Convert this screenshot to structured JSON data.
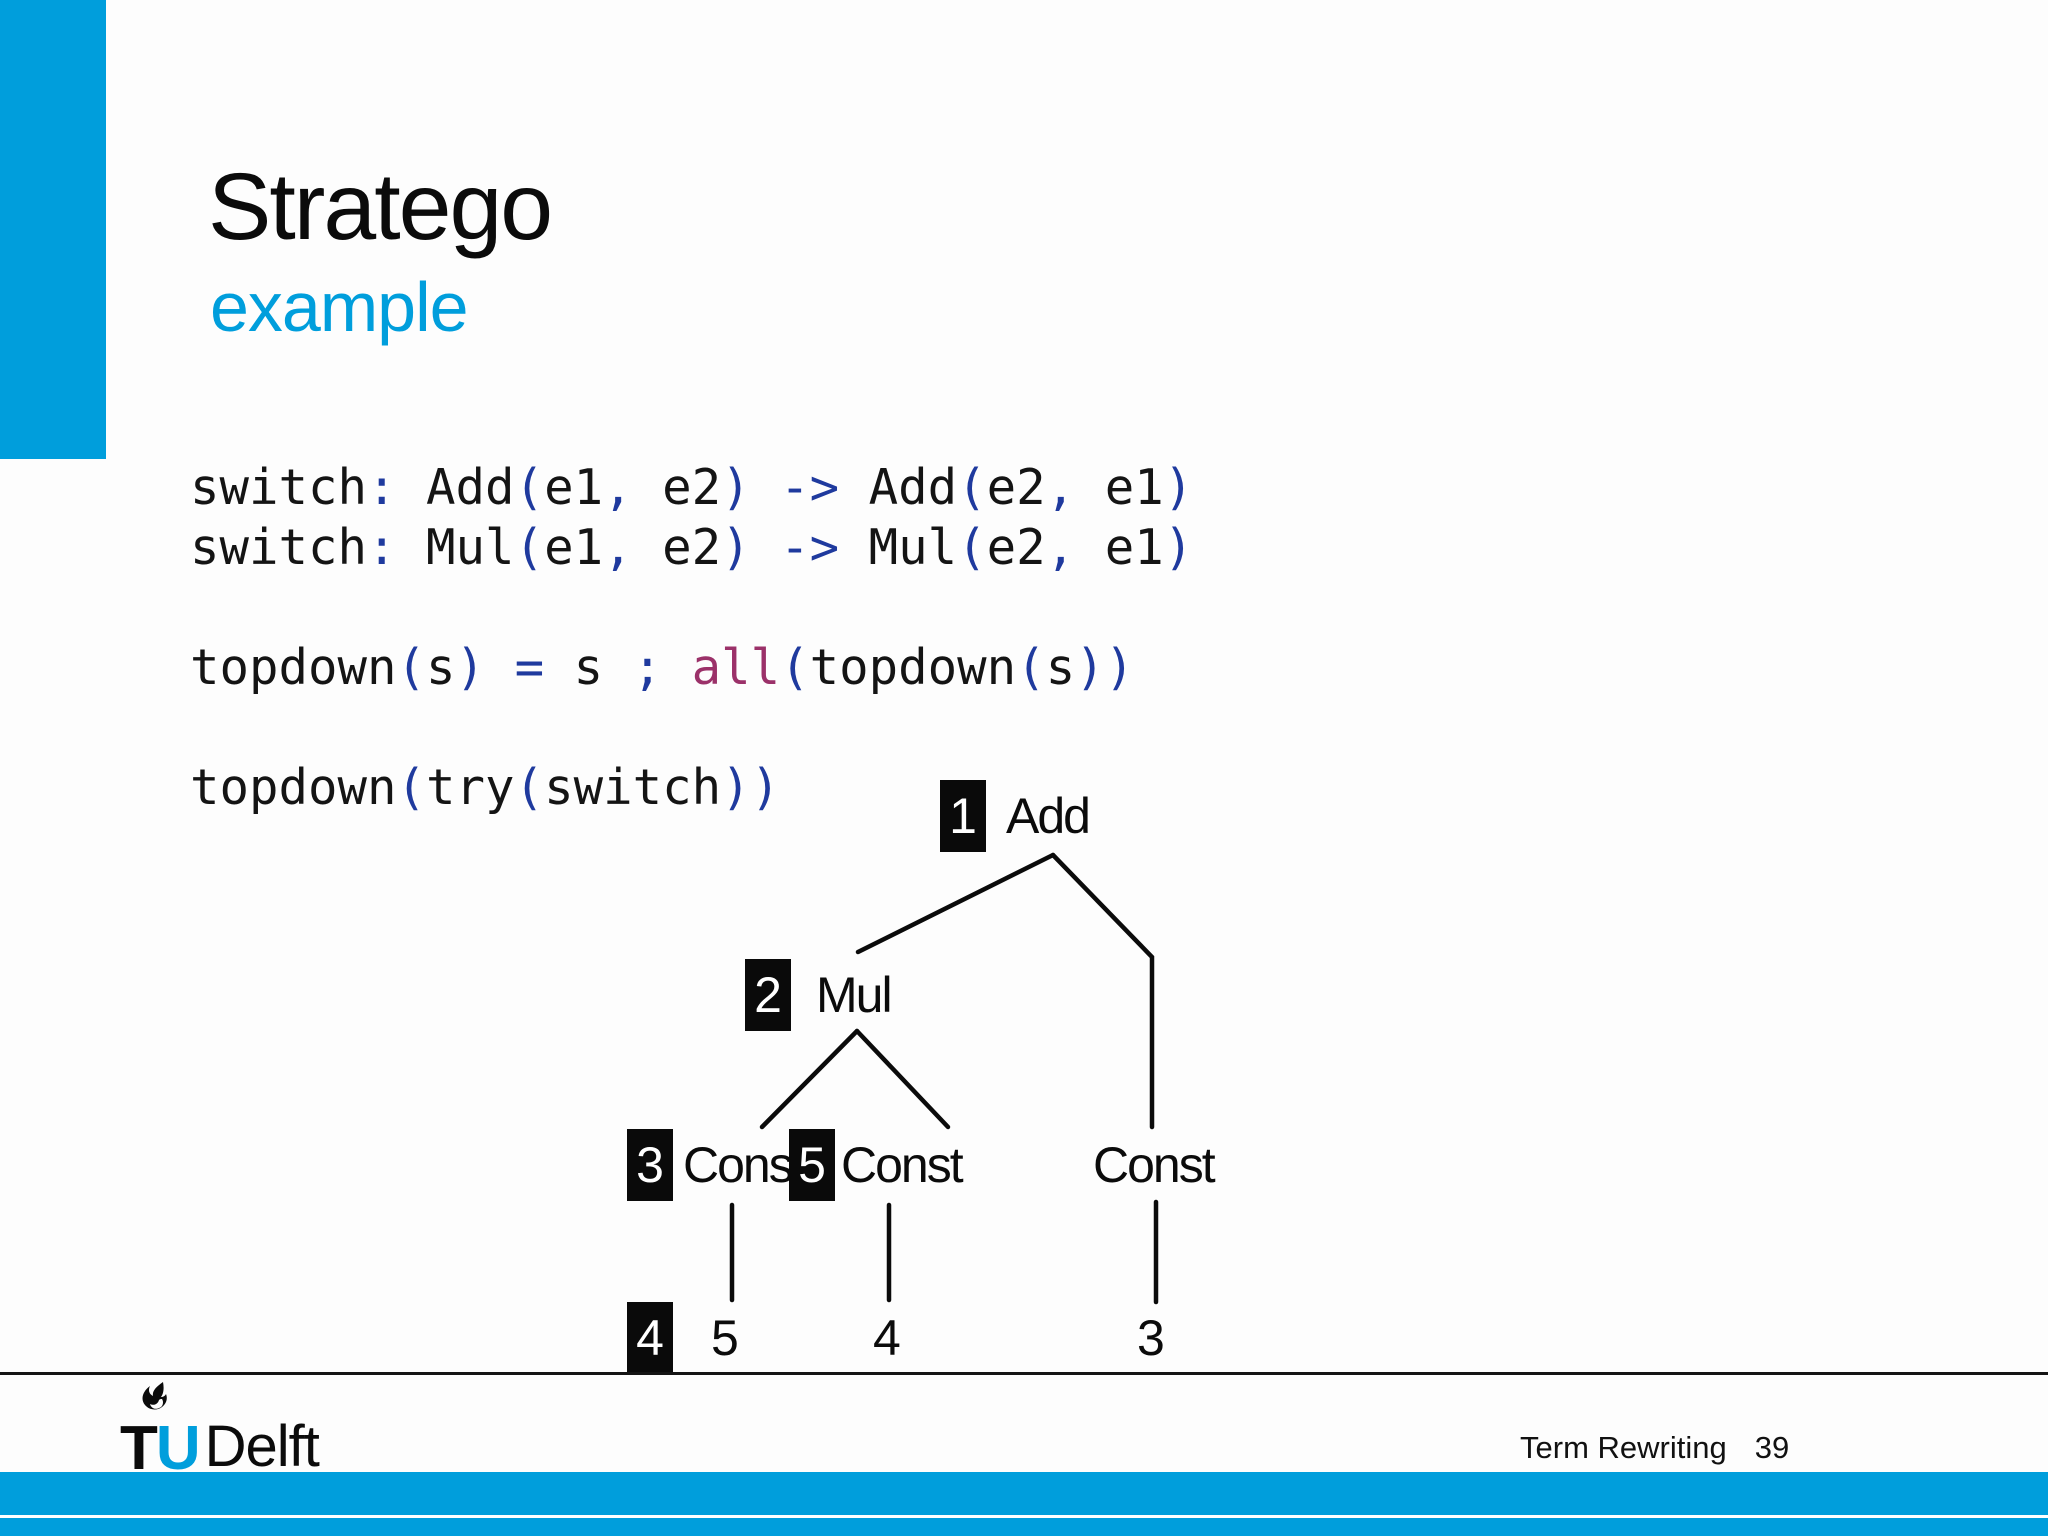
{
  "title": "Stratego",
  "subtitle": "example",
  "colors": {
    "accent": "#009EDC",
    "code_blue": "#1F3A9E",
    "code_purple": "#9B3169"
  },
  "code": {
    "lines": [
      [
        [
          "k",
          "switch"
        ],
        [
          "b",
          ":"
        ],
        [
          "k",
          " Add"
        ],
        [
          "b",
          "("
        ],
        [
          "k",
          "e1"
        ],
        [
          "b",
          ","
        ],
        [
          "k",
          " e2"
        ],
        [
          "b",
          ") "
        ],
        [
          "b",
          "->"
        ],
        [
          "k",
          " Add"
        ],
        [
          "b",
          "("
        ],
        [
          "k",
          "e2"
        ],
        [
          "b",
          ","
        ],
        [
          "k",
          " e1"
        ],
        [
          "b",
          ")"
        ]
      ],
      [
        [
          "k",
          "switch"
        ],
        [
          "b",
          ":"
        ],
        [
          "k",
          " Mul"
        ],
        [
          "b",
          "("
        ],
        [
          "k",
          "e1"
        ],
        [
          "b",
          ","
        ],
        [
          "k",
          " e2"
        ],
        [
          "b",
          ") "
        ],
        [
          "b",
          "->"
        ],
        [
          "k",
          " Mul"
        ],
        [
          "b",
          "("
        ],
        [
          "k",
          "e2"
        ],
        [
          "b",
          ","
        ],
        [
          "k",
          " e1"
        ],
        [
          "b",
          ")"
        ]
      ],
      [],
      [
        [
          "k",
          "topdown"
        ],
        [
          "b",
          "("
        ],
        [
          "k",
          "s"
        ],
        [
          "b",
          ")"
        ],
        [
          "k",
          " "
        ],
        [
          "b",
          "="
        ],
        [
          "k",
          " s "
        ],
        [
          "b",
          ";"
        ],
        [
          "k",
          " "
        ],
        [
          "m",
          "all"
        ],
        [
          "b",
          "("
        ],
        [
          "k",
          "topdown"
        ],
        [
          "b",
          "("
        ],
        [
          "k",
          "s"
        ],
        [
          "b",
          "))"
        ]
      ],
      [],
      [
        [
          "k",
          "topdown"
        ],
        [
          "b",
          "("
        ],
        [
          "k",
          "try"
        ],
        [
          "b",
          "("
        ],
        [
          "k",
          "switch"
        ],
        [
          "b",
          "))"
        ]
      ]
    ]
  },
  "tree": {
    "nodes": {
      "add": {
        "badge": "1",
        "label": "Add"
      },
      "mul": {
        "badge": "2",
        "label": "Mul"
      },
      "const1": {
        "badge": "3",
        "label": "Const"
      },
      "const2": {
        "badge": "5",
        "label": "Const"
      },
      "const3": {
        "label": "Const"
      },
      "leaf1": {
        "badge": "4",
        "value": "5"
      },
      "leaf2": {
        "value": "4"
      },
      "leaf3": {
        "value": "3"
      }
    }
  },
  "footer": {
    "course": "Term Rewriting",
    "page": "39",
    "logo_t": "T",
    "logo_u": "U",
    "logo_delft": "Delft"
  }
}
